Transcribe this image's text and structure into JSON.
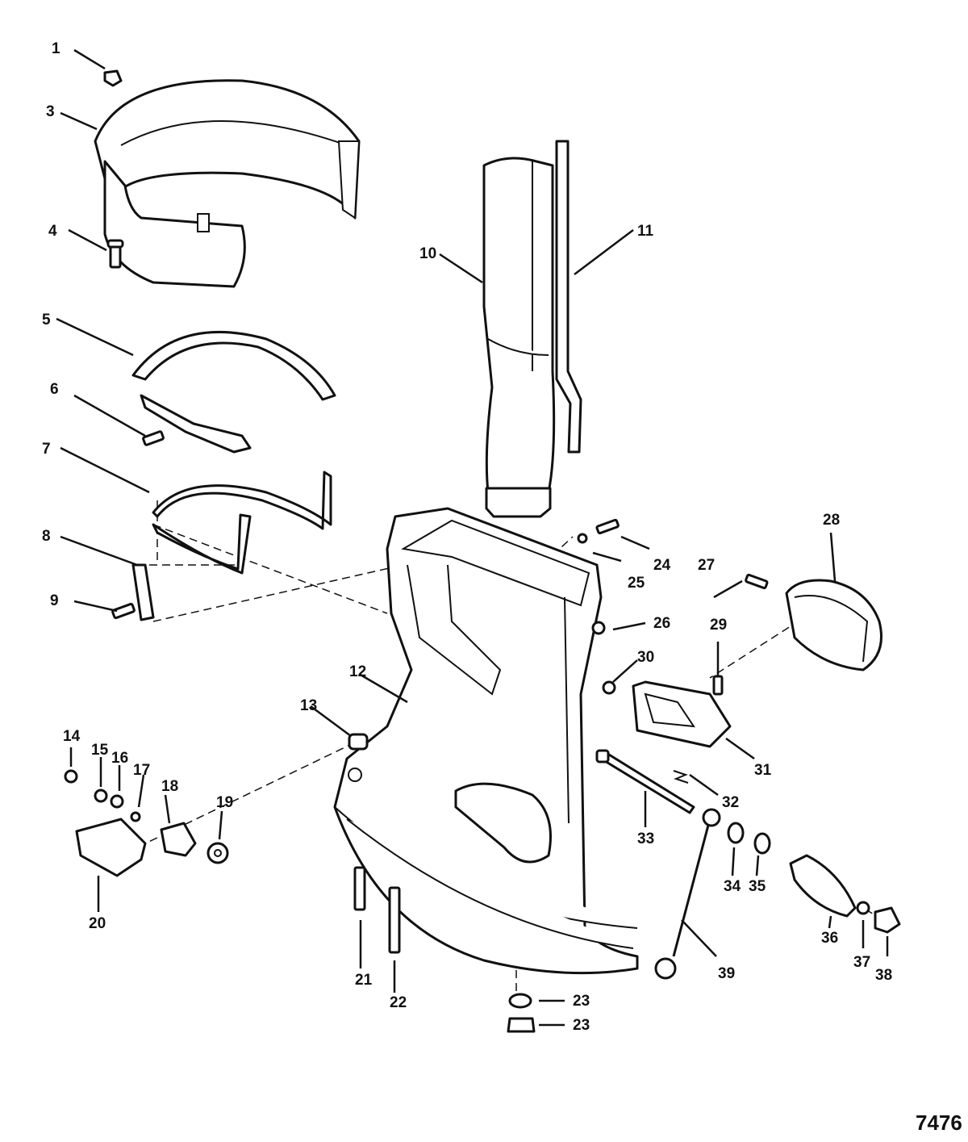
{
  "figure": {
    "number": "7476"
  },
  "callouts": [
    {
      "id": "c1",
      "text": "1"
    },
    {
      "id": "c3",
      "text": "3"
    },
    {
      "id": "c4",
      "text": "4"
    },
    {
      "id": "c5",
      "text": "5"
    },
    {
      "id": "c6",
      "text": "6"
    },
    {
      "id": "c7",
      "text": "7"
    },
    {
      "id": "c8",
      "text": "8"
    },
    {
      "id": "c9",
      "text": "9"
    },
    {
      "id": "c10",
      "text": "10"
    },
    {
      "id": "c11",
      "text": "11"
    },
    {
      "id": "c12",
      "text": "12"
    },
    {
      "id": "c13",
      "text": "13"
    },
    {
      "id": "c14",
      "text": "14"
    },
    {
      "id": "c15",
      "text": "15"
    },
    {
      "id": "c16",
      "text": "16"
    },
    {
      "id": "c17",
      "text": "17"
    },
    {
      "id": "c18",
      "text": "18"
    },
    {
      "id": "c19",
      "text": "19"
    },
    {
      "id": "c20",
      "text": "20"
    },
    {
      "id": "c21",
      "text": "21"
    },
    {
      "id": "c22",
      "text": "22"
    },
    {
      "id": "c23a",
      "text": "23"
    },
    {
      "id": "c23b",
      "text": "23"
    },
    {
      "id": "c24",
      "text": "24"
    },
    {
      "id": "c25",
      "text": "25"
    },
    {
      "id": "c26",
      "text": "26"
    },
    {
      "id": "c27",
      "text": "27"
    },
    {
      "id": "c28",
      "text": "28"
    },
    {
      "id": "c29",
      "text": "29"
    },
    {
      "id": "c30",
      "text": "30"
    },
    {
      "id": "c31",
      "text": "31"
    },
    {
      "id": "c32",
      "text": "32"
    },
    {
      "id": "c33",
      "text": "33"
    },
    {
      "id": "c34",
      "text": "34"
    },
    {
      "id": "c35",
      "text": "35"
    },
    {
      "id": "c36",
      "text": "36"
    },
    {
      "id": "c37",
      "text": "37"
    },
    {
      "id": "c38",
      "text": "38"
    },
    {
      "id": "c39",
      "text": "39"
    }
  ]
}
